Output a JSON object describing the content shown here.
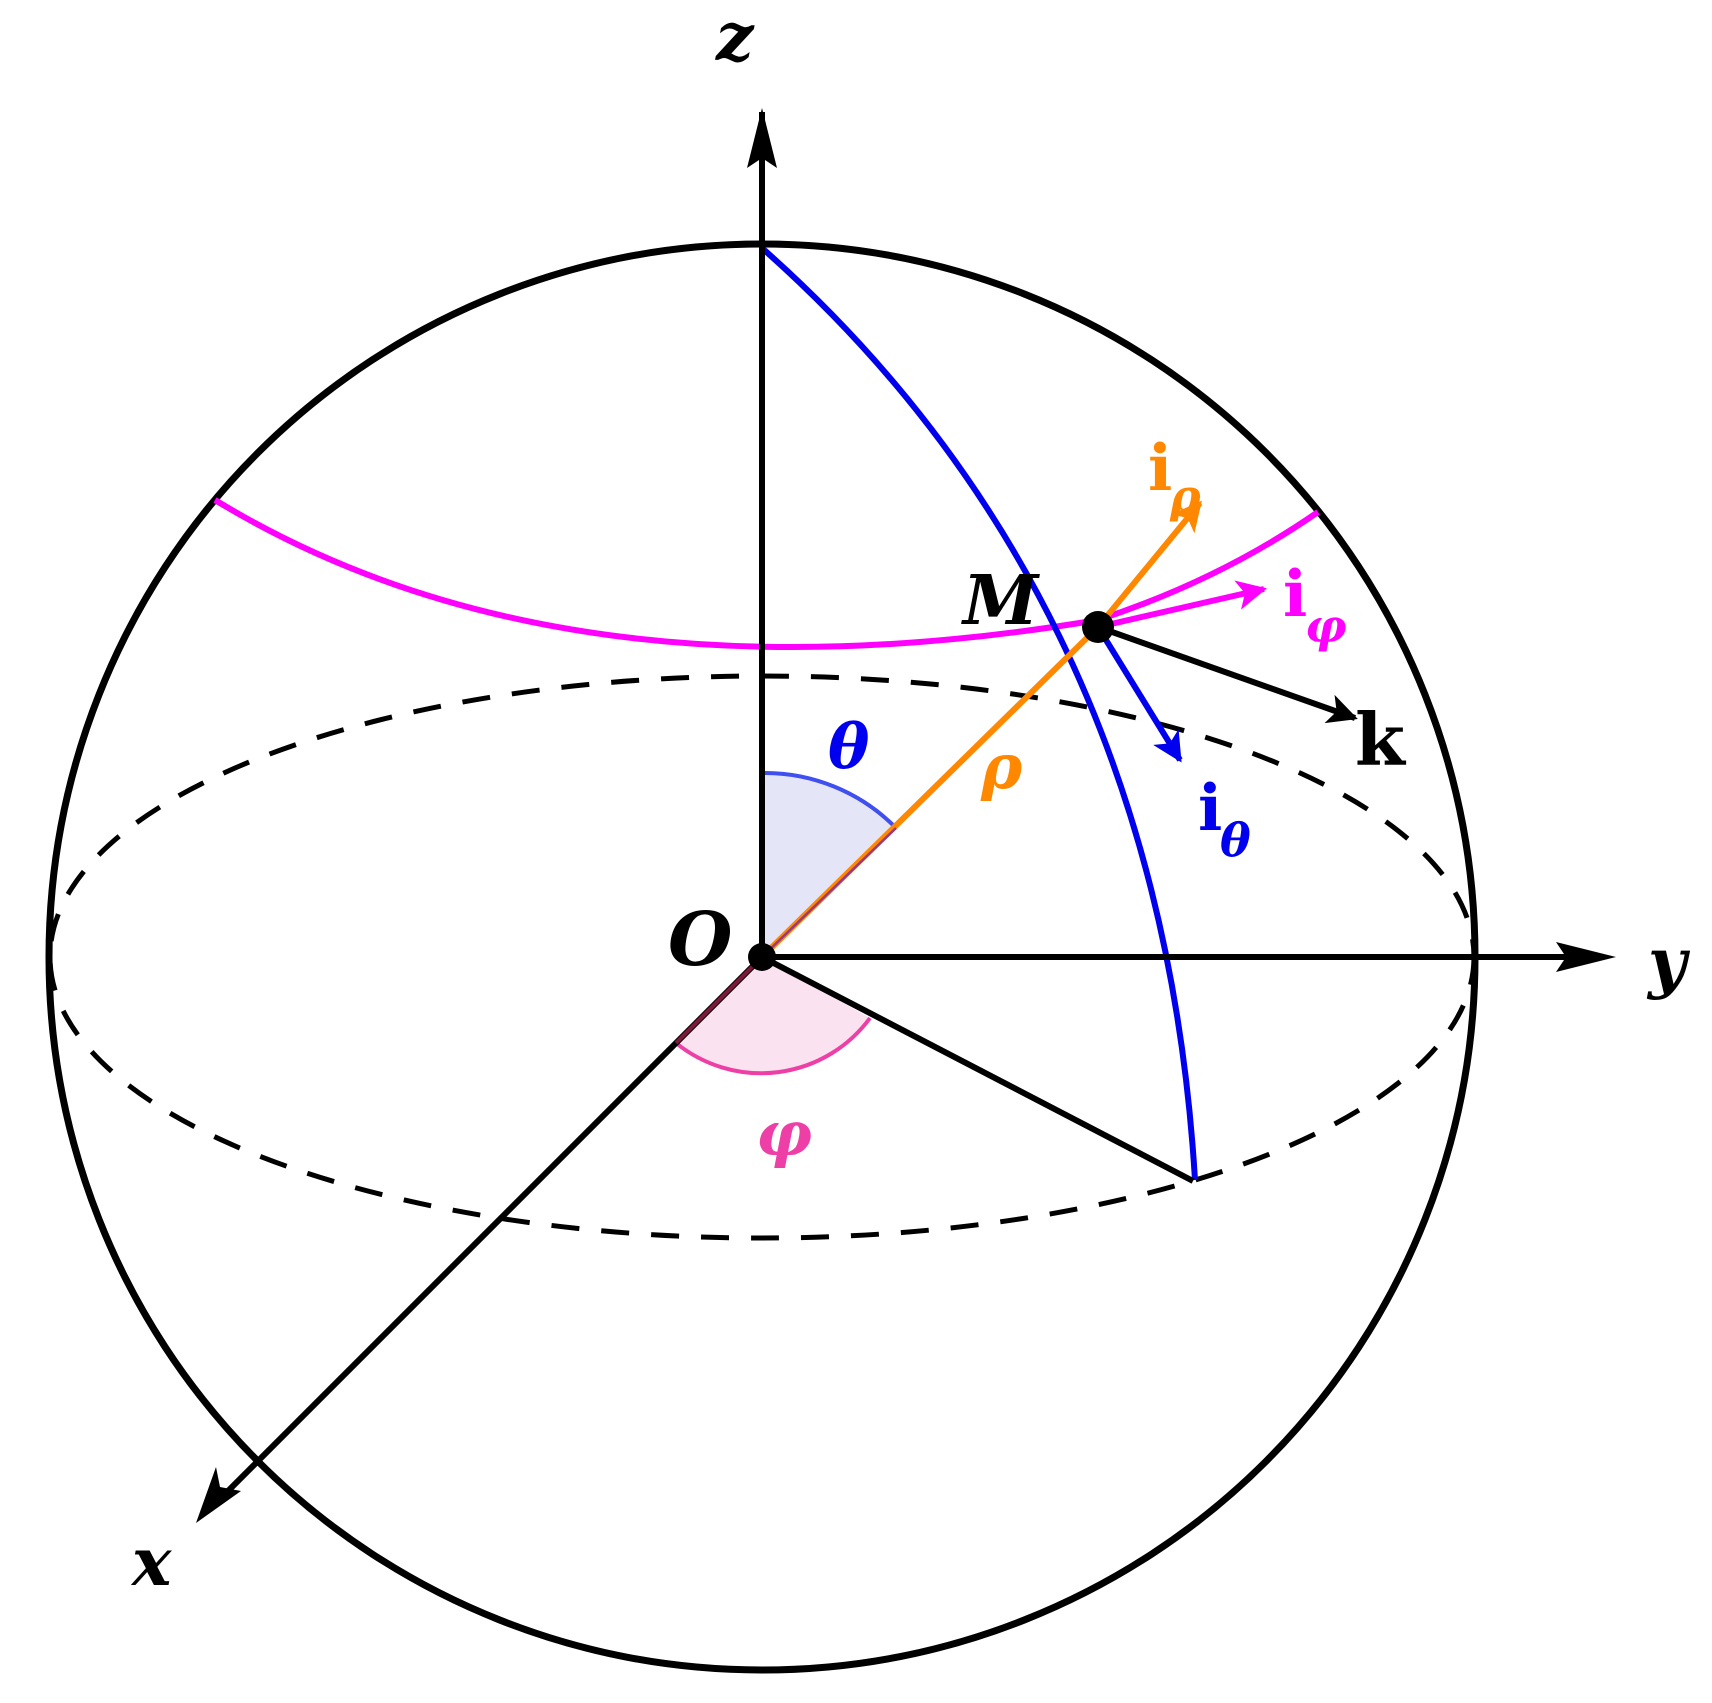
{
  "labels": {
    "axis_x": "x",
    "axis_y": "y",
    "axis_z": "z",
    "origin": "O",
    "point": "M",
    "radius": "ρ",
    "angle_theta": "θ",
    "angle_phi": "φ",
    "vec_i": "i",
    "sub_rho": "ρ",
    "sub_phi": "φ",
    "sub_theta": "θ",
    "vec_k": "k"
  },
  "colors": {
    "black": "#000000",
    "orange": "#ff8800",
    "magenta": "#ff00ff",
    "blue": "#0000ee",
    "theta_fill": "#e4e6f8",
    "phi_fill": "#fbe2f1",
    "phi_arc": "#ee3fa7"
  }
}
